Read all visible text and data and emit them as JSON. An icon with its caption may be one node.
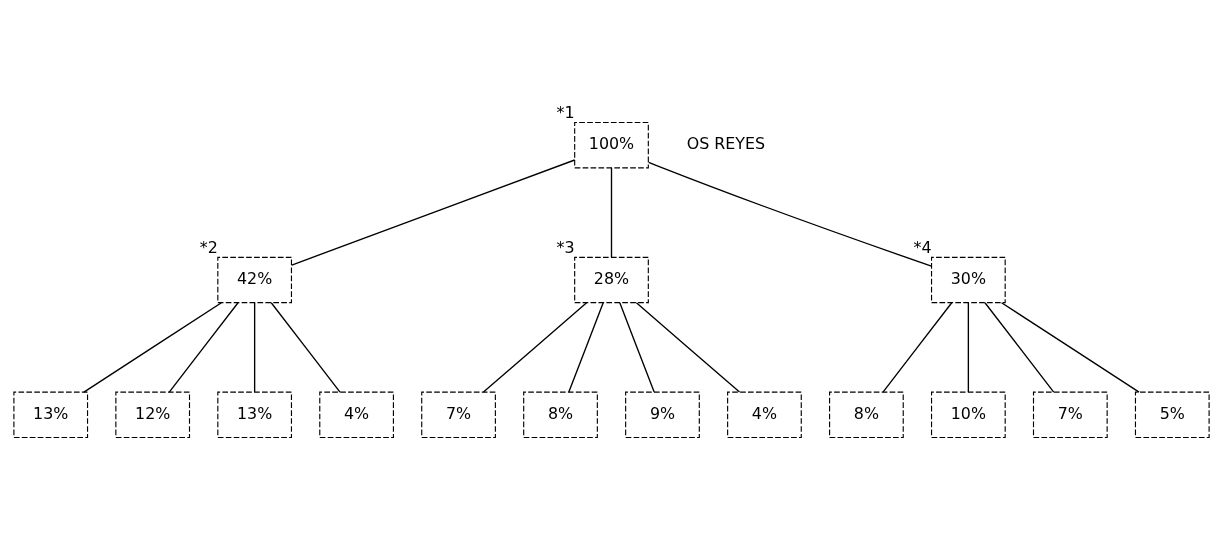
{
  "diagram": {
    "nodes": [
      {
        "text": [
          "100%"
        ],
        "beside": [
          "*1"
        ]
      },
      {
        "text": [
          "42%"
        ],
        "beside": [
          "*2"
        ]
      },
      {
        "text": [
          "28%"
        ],
        "beside": [
          "*3"
        ]
      },
      {
        "text": [
          "30%"
        ],
        "beside": [
          "*4"
        ]
      },
      {
        "text": [
          "13%"
        ]
      },
      {
        "text": [
          "12%"
        ]
      },
      {
        "text": [
          "13%"
        ]
      },
      {
        "text": [
          "4%"
        ]
      },
      {
        "text": [
          "7%"
        ]
      },
      {
        "text": [
          "8%"
        ]
      },
      {
        "text": [
          "9%"
        ]
      },
      {
        "text": [
          "4%"
        ]
      },
      {
        "text": [
          "8%"
        ]
      },
      {
        "text": [
          "10%"
        ]
      },
      {
        "text": [
          "7%"
        ]
      },
      {
        "text": [
          "5%"
        ]
      }
    ],
    "edges": [
      {
        "from": 0,
        "to": 1,
        "arrow": "none"
      },
      {
        "from": 0,
        "to": 2,
        "arrow": "none"
      },
      {
        "from": 0,
        "to": 3,
        "arrow": "none"
      },
      {
        "from": 1,
        "to": 4,
        "arrow": "none"
      },
      {
        "from": 1,
        "to": 5,
        "arrow": "none"
      },
      {
        "from": 1,
        "to": 6,
        "arrow": "none"
      },
      {
        "from": 1,
        "to": 7,
        "arrow": "none"
      },
      {
        "from": 2,
        "to": 8,
        "arrow": "none"
      },
      {
        "from": 2,
        "to": 9,
        "arrow": "none"
      },
      {
        "from": 2,
        "to": 10,
        "arrow": "none"
      },
      {
        "from": 2,
        "to": 11,
        "arrow": "none"
      },
      {
        "from": 3,
        "to": 12,
        "arrow": "none"
      },
      {
        "from": 3,
        "to": 13,
        "arrow": "none"
      },
      {
        "from": 3,
        "to": 14,
        "arrow": "none"
      },
      {
        "from": 3,
        "to": 15,
        "arrow": "none"
      }
    ],
    "labels": [
      "OS REYES"
    ]
  }
}
